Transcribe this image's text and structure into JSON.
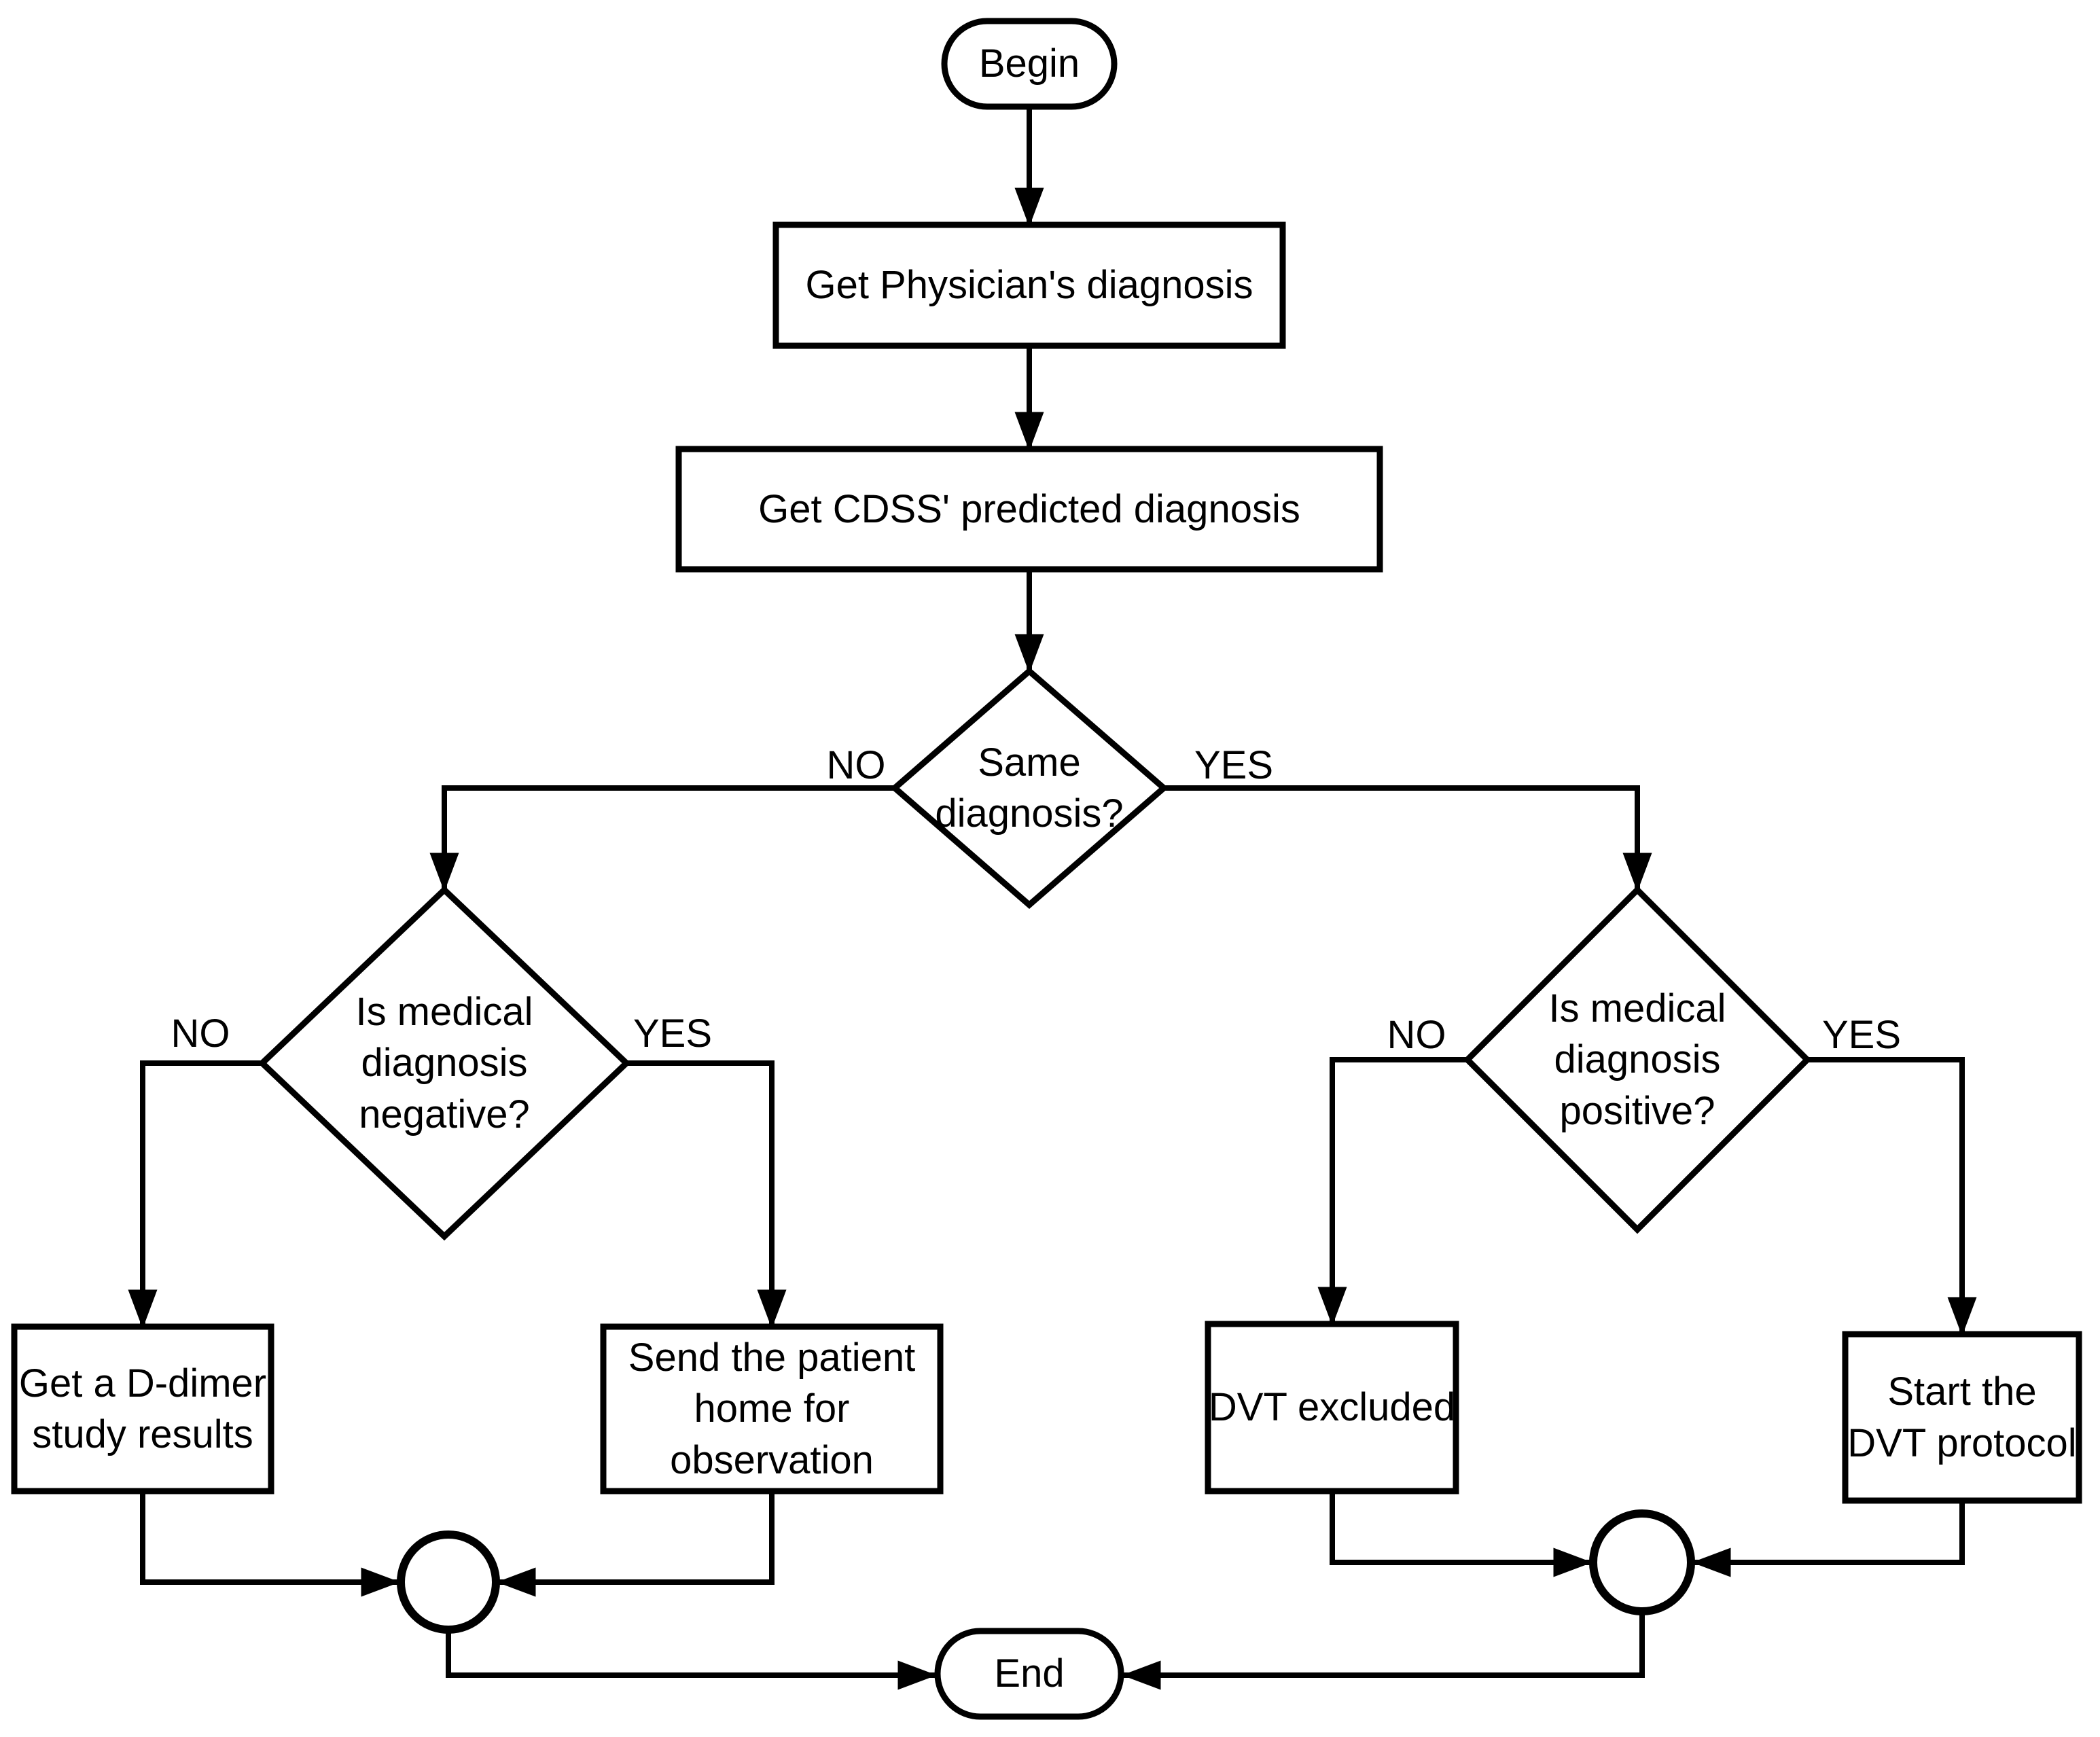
{
  "flowchart": {
    "colors": {
      "background": "#ffffff",
      "line": "#000000",
      "text": "#000000"
    },
    "nodes": {
      "begin": {
        "type": "terminator",
        "label": "Begin"
      },
      "get_physician": {
        "type": "process",
        "label": "Get Physician's diagnosis"
      },
      "get_cdss": {
        "type": "process",
        "label": "Get CDSS' predicted diagnosis"
      },
      "same_diagnosis": {
        "type": "decision",
        "label": "Same\ndiagnosis?"
      },
      "diagnosis_negative": {
        "type": "decision",
        "label": "Is medical\ndiagnosis\nnegative?"
      },
      "diagnosis_positive": {
        "type": "decision",
        "label": "Is medical\ndiagnosis\npositive?"
      },
      "ddimer": {
        "type": "process",
        "label": "Get a D-dimer\nstudy results"
      },
      "send_home": {
        "type": "process",
        "label": "Send the patient\nhome for\nobservation"
      },
      "dvt_excluded": {
        "type": "process",
        "label": "DVT excluded"
      },
      "dvt_protocol": {
        "type": "process",
        "label": "Start the\nDVT protocol"
      },
      "end": {
        "type": "terminator",
        "label": "End"
      }
    },
    "edge_labels": {
      "same_no": "NO",
      "same_yes": "YES",
      "negative_no": "NO",
      "negative_yes": "YES",
      "positive_no": "NO",
      "positive_yes": "YES"
    }
  }
}
